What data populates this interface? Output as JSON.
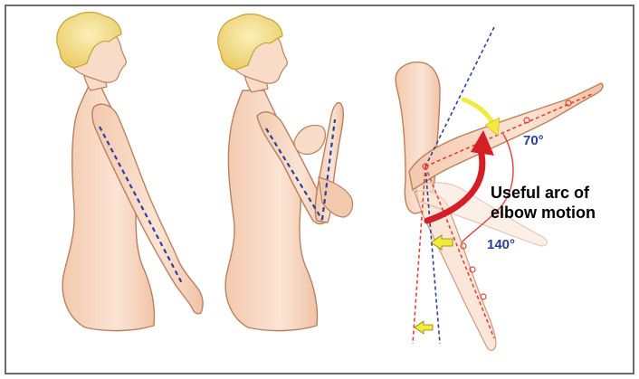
{
  "figure": {
    "angle_upper": "70°",
    "angle_lower": "140°",
    "arc_label_line1": "Useful arc of",
    "arc_label_line2": "elbow motion"
  },
  "colors": {
    "skin": "#f8dcc8",
    "skin_outline": "#b9805e",
    "hair": "#f3dd83",
    "axis_blue": "#2b3f9e",
    "axis_red": "#e0423b",
    "arc_red": "#d41f26",
    "arrow_yellow": "#f2ea3c",
    "frame": "#6b6b6b"
  }
}
